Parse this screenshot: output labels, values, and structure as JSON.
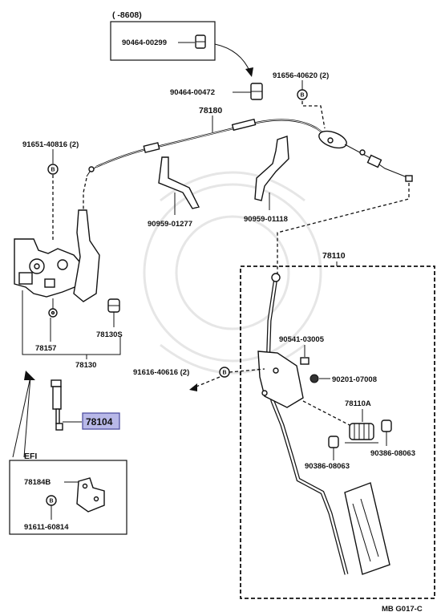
{
  "box_top": {
    "period": "(      -8608)",
    "part": "90464-00299"
  },
  "labels": {
    "p90464_00472": "90464-00472",
    "p91656_40620": "91656-40620 (2)",
    "p78180": "78180",
    "p91651_40816": "91651-40816 (2)",
    "p90959_01277": "90959-01277",
    "p90959_01118": "90959-01118",
    "p78110": "78110",
    "p78130S": "78130S",
    "p78157": "78157",
    "p78130": "78130",
    "p90541_03005": "90541-03005",
    "p91616_40616": "91616-40616 (2)",
    "p90201_07008": "90201-07008",
    "p78110A": "78110A",
    "p90386_08063_right": "90386-08063",
    "p90386_08063_left": "90386-08063",
    "p78104": "78104"
  },
  "efi_box": {
    "title": "EFI",
    "p78184B": "78184B",
    "p91611_60814": "91611-60814"
  },
  "figure_code": "MB G017-C",
  "bolt_marker": "B",
  "colors": {
    "highlight_fill": "#b8b8e8",
    "highlight_border": "#5050a0",
    "ink": "#111111"
  }
}
